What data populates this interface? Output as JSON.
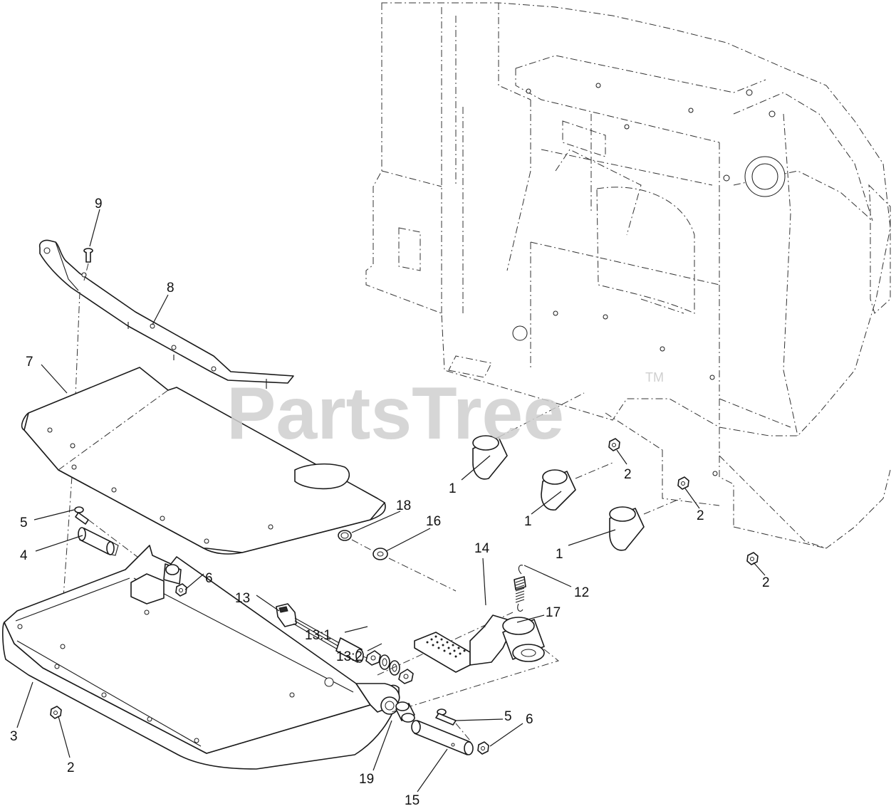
{
  "watermark": {
    "text": "PartsTree",
    "trademark": "TM"
  },
  "callouts": {
    "c1a": "1",
    "c1b": "1",
    "c1c": "1",
    "c2a": "2",
    "c2b": "2",
    "c2c": "2",
    "c2d": "2",
    "c3": "3",
    "c4": "4",
    "c5a": "5",
    "c5b": "5",
    "c6a": "6",
    "c6b": "6",
    "c7": "7",
    "c8": "8",
    "c9": "9",
    "c12": "12",
    "c13": "13",
    "c13_1": "13:1",
    "c13_2": "13:2",
    "c14": "14",
    "c15": "15",
    "c16": "16",
    "c17": "17",
    "c18": "18",
    "c19": "19"
  }
}
